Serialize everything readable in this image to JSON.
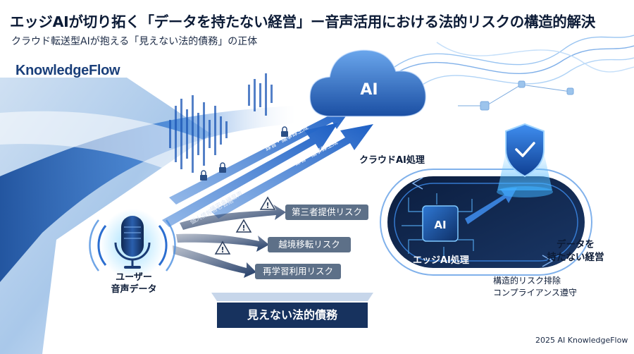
{
  "title": "エッジAIが切り拓く「データを持たない経営」ー音声活用における法的リスクの構造的解決",
  "subtitle": "クラウド転送型AIが抱える「見えない法的債務」の正体",
  "brand": "KnowledgeFlow",
  "cloud": {
    "icon_text": "AI",
    "label": "クラウドAI処理"
  },
  "stream_labels": [
    "録音・議事録生成",
    "録音・議事録生成",
    "顧客との会話",
    "個人情報含む会話",
    "機密会議音声"
  ],
  "risks": [
    "第三者提供リスク",
    "越境移転リスク",
    "再学習利用リスク"
  ],
  "obligation_label": "見えない法的債務",
  "user_label": {
    "line1": "ユーザー",
    "line2": "音声データ"
  },
  "edge": {
    "chip_text": "AI",
    "label": "エッジAI処理"
  },
  "goal_label": {
    "line1": "データを",
    "line2": "持たない経営"
  },
  "benefit_label": {
    "line1": "構造的リスク排除",
    "line2": "コンプライアンス遵守"
  },
  "footer": "2025 AI KnowledgeFlow",
  "colors": {
    "navy": "#17325e",
    "blue": "#1f6fd6",
    "risk_gray": "#5d7088",
    "warn_yellow": "#f2c230"
  }
}
